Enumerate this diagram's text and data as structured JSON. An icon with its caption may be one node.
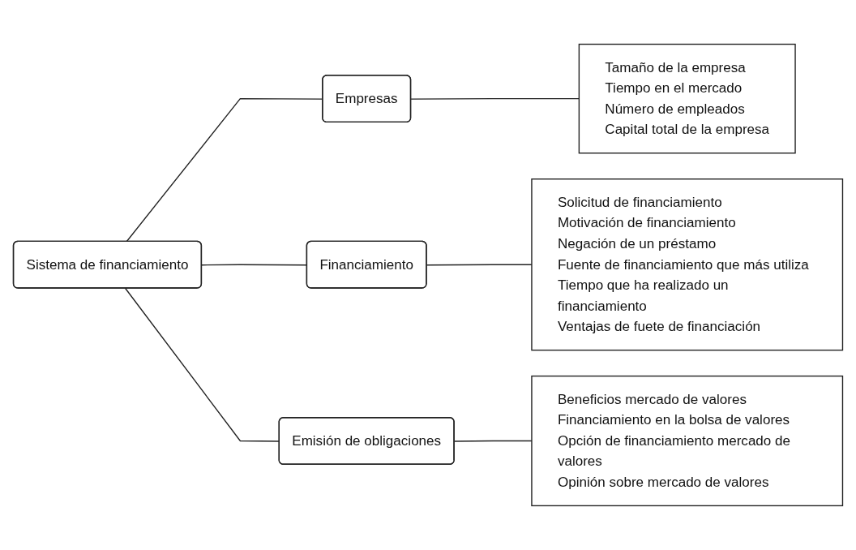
{
  "diagram": {
    "nodes": [
      {
        "text": [
          "Sistema de financiamiento"
        ]
      },
      {
        "text": [
          "Empresas"
        ]
      },
      {
        "text": [
          "Tamaño de la empresa",
          "Tiempo en el mercado",
          "Número de empleados",
          "Capital total de la empresa"
        ]
      },
      {
        "text": [
          "Financiamiento"
        ]
      },
      {
        "text": [
          "Solicitud de financiamiento",
          "Motivación de financiamiento",
          "Negación de un préstamo",
          "Fuente de financiamiento que más utiliza",
          "Tiempo que ha realizado un financiamiento",
          "Ventajas de fuete de financiación"
        ]
      },
      {
        "text": [
          "Emisión de obligaciones"
        ]
      },
      {
        "text": [
          "Beneficios mercado de valores",
          "Financiamiento en la bolsa de valores",
          "Opción de financiamiento mercado de valores",
          "Opinión sobre mercado de valores"
        ]
      }
    ],
    "edges": [
      {
        "from": 0,
        "to": 1,
        "arrow": "none"
      },
      {
        "from": 0,
        "to": 3,
        "arrow": "none"
      },
      {
        "from": 0,
        "to": 5,
        "arrow": "none"
      },
      {
        "from": 1,
        "to": 2,
        "arrow": "none"
      },
      {
        "from": 3,
        "to": 4,
        "arrow": "none"
      },
      {
        "from": 5,
        "to": 6,
        "arrow": "none"
      }
    ]
  }
}
